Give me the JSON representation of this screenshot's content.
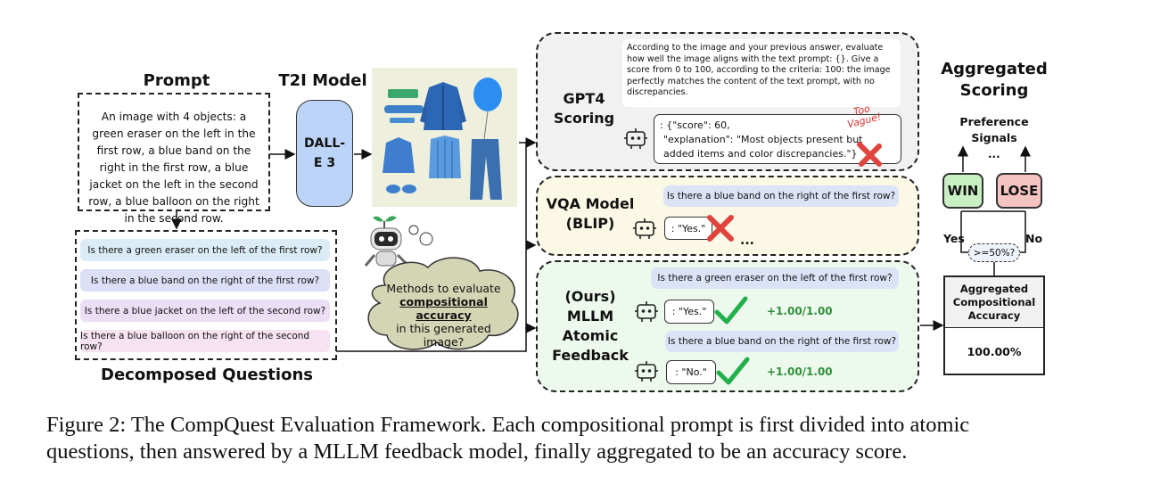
{
  "prompt_section": {
    "title": "Prompt",
    "text": "An image with 4 objects: a green eraser on the left in the first row, a blue band on the right in the first row, a blue jacket on the left in the second row, a blue balloon on the right in the second row."
  },
  "t2i": {
    "title": "T2I Model",
    "model": "DALL-E 3"
  },
  "decomposed": {
    "title": "Decomposed Questions",
    "questions": [
      "Is there a green eraser on the left of the first row?",
      "Is there a blue band on the right of the first row?",
      "Is there a blue jacket on the left of the second row?",
      "Is there a blue balloon on the right of the second row?"
    ]
  },
  "thought_cloud": {
    "line1": "Methods to evaluate",
    "line2": "compositional accuracy",
    "line3": "in this generated image?"
  },
  "gpt4": {
    "title": "GPT4 Scoring",
    "prompt_text": "According to the image and your previous answer, evaluate how well the image aligns with the text prompt: {}. Give a score from 0 to 100, according to the criteria: 100: the image perfectly matches the content of the text prompt, with no discrepancies.",
    "response_line1": ": {\"score\": 60,",
    "response_line2": "\"explanation\": \"Most objects present but added items and color discrepancies.\"}",
    "annotation": "Too Vague!"
  },
  "vqa": {
    "title": "VQA Model (BLIP)",
    "question": "Is there a blue band on the right of the first row?",
    "answer": ": \"Yes.\"",
    "ellipsis": "..."
  },
  "ours": {
    "title": "(Ours) MLLM Atomic Feedback",
    "items": [
      {
        "question": "Is there a green eraser on the left of the first row?",
        "answer": ": \"Yes.\"",
        "score": "+1.00/1.00"
      },
      {
        "question": "Is there a blue band on the right of the first row?",
        "answer": ": \"No.\"",
        "score": "+1.00/1.00"
      }
    ]
  },
  "aggregated": {
    "title": "Aggregated Scoring",
    "preference_label": "Preference Signals",
    "ellipsis": "...",
    "win": "WIN",
    "lose": "LOSE",
    "yes": "Yes",
    "no": "No",
    "threshold": ">=50%?",
    "table_header": "Aggregated Compositional Accuracy",
    "table_value": "100.00%"
  },
  "caption": {
    "line1": "Figure 2: The CompQuest Evaluation Framework. Each compositional prompt is first divided into atomic",
    "line2": "questions, then answered by a MLLM feedback model, finally aggregated to be an accuracy score."
  },
  "colors": {
    "model_box": "#bcd4f7",
    "gpt4_panel": "#f1f1f1",
    "vqa_panel": "#fbf9e6",
    "ours_panel": "#eef9ee",
    "win": "#c8f0c2",
    "lose": "#f6c3c3",
    "check": "#22b04a",
    "cross": "#e0443e",
    "cloud": "#d4d5b4"
  }
}
